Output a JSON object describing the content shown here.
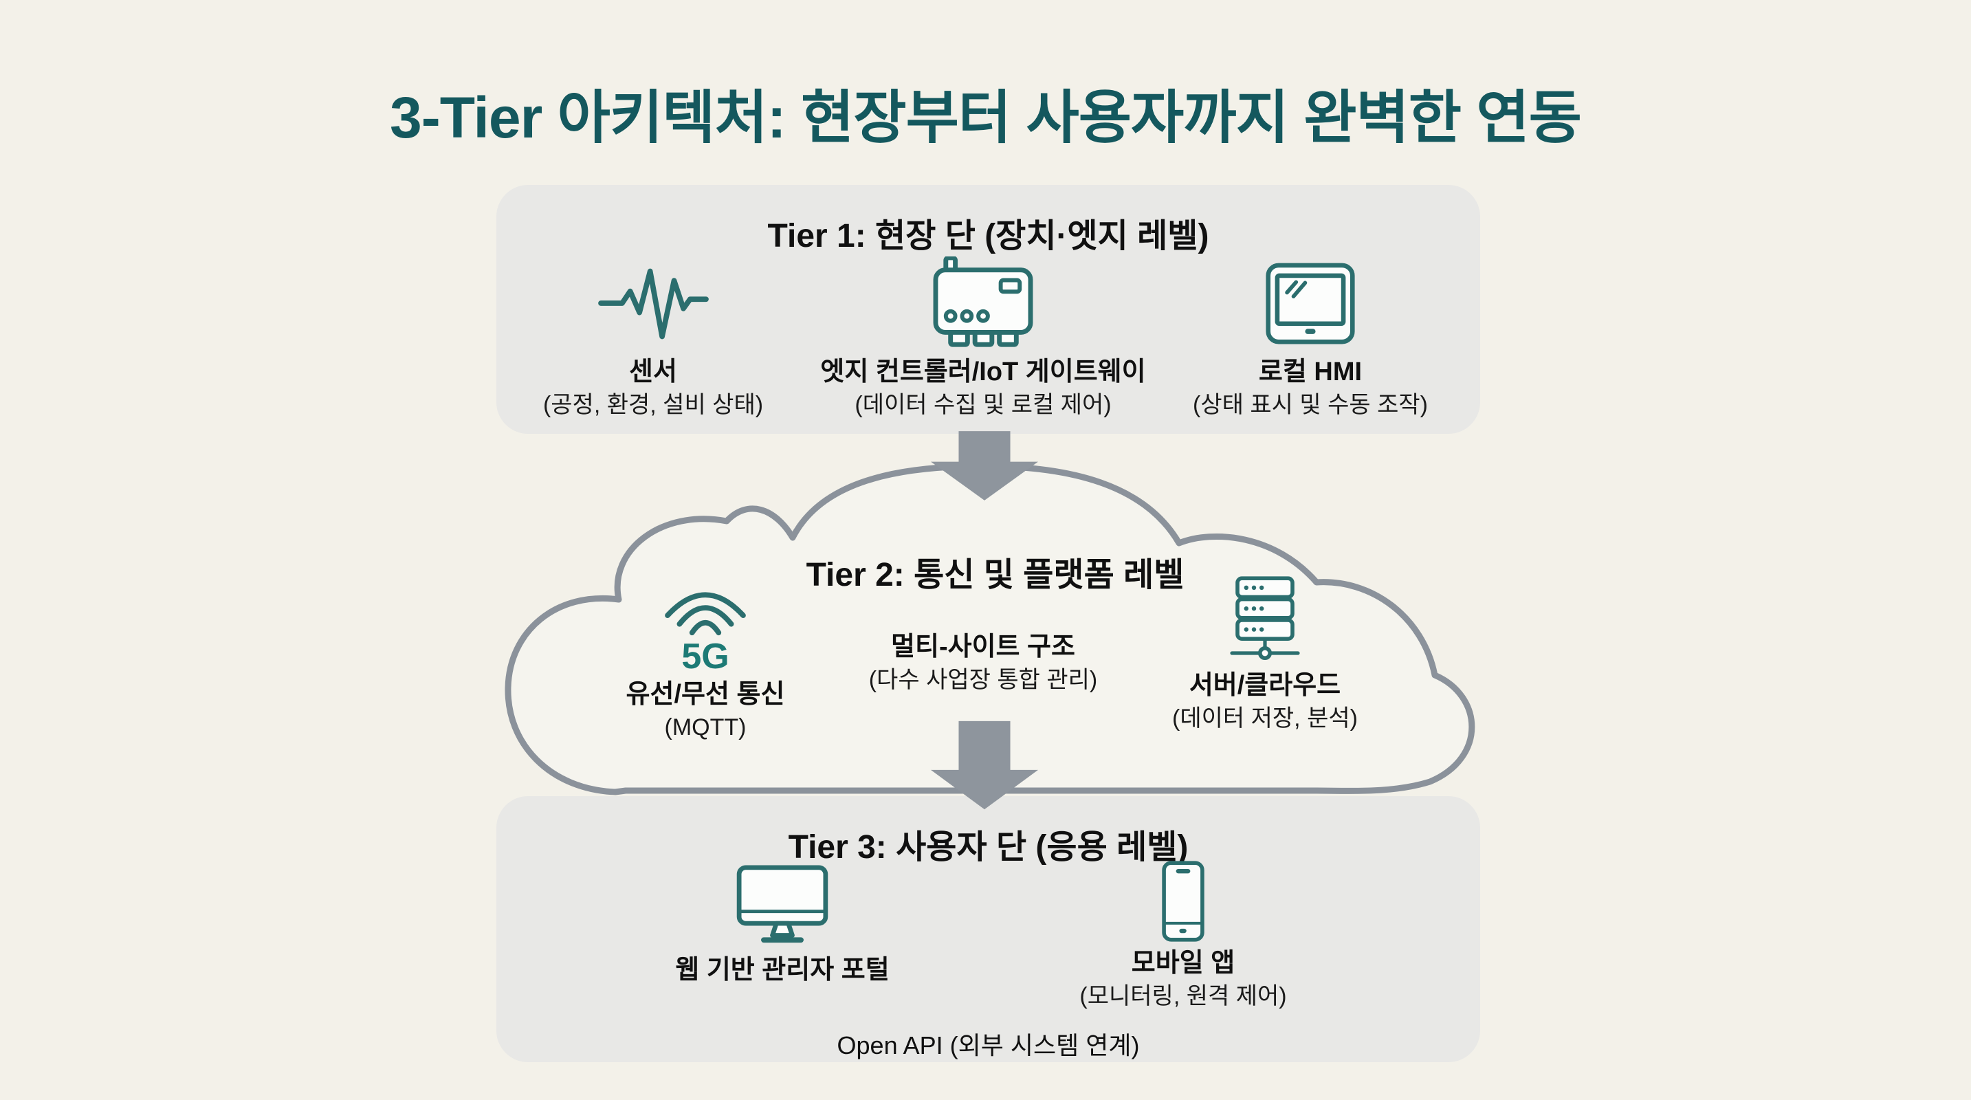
{
  "title": "3-Tier 아키텍처: 현장부터 사용자까지 완벽한 연동",
  "colors": {
    "background": "#f3f1e9",
    "panel": "#e8e8e6",
    "title_teal": "#14585e",
    "icon_teal": "#2b6e6e",
    "accent_teal": "#1d7a75",
    "arrow_gray": "#8e959d",
    "cloud_outline": "#8b929b",
    "cloud_fill": "#f5f4ee",
    "text_black": "#101010"
  },
  "tier1": {
    "title": "Tier 1: 현장 단 (장치·엣지 레벨)",
    "items": [
      {
        "icon": "sensor-waveform-icon",
        "label": "센서",
        "sublabel": "(공정, 환경, 설비 상태)"
      },
      {
        "icon": "edge-controller-icon",
        "label": "엣지 컨트롤러/IoT 게이트웨이",
        "sublabel": "(데이터 수집 및 로컬 제어)"
      },
      {
        "icon": "hmi-monitor-icon",
        "label": "로컬 HMI",
        "sublabel": "(상태 표시 및 수동 조작)"
      }
    ]
  },
  "tier2": {
    "title": "Tier 2: 통신 및 플랫폼 레벨",
    "items": [
      {
        "icon": "wifi-signal-icon",
        "badge": "5G",
        "label": "유선/무선 통신",
        "sublabel": "(MQTT)"
      },
      {
        "label": "멀티-사이트 구조",
        "sublabel": "(다수 사업장 통합 관리)"
      },
      {
        "icon": "server-rack-icon",
        "label": "서버/클라우드",
        "sublabel": "(데이터 저장, 분석)"
      }
    ]
  },
  "tier3": {
    "title": "Tier 3: 사용자 단 (응용 레벨)",
    "items": [
      {
        "icon": "desktop-monitor-icon",
        "label": "웹 기반 관리자 포털"
      },
      {
        "icon": "smartphone-icon",
        "label": "모바일 앱",
        "sublabel": "(모니터링, 원격 제어)"
      }
    ],
    "footnote": "Open API (외부 시스템 연계)"
  }
}
